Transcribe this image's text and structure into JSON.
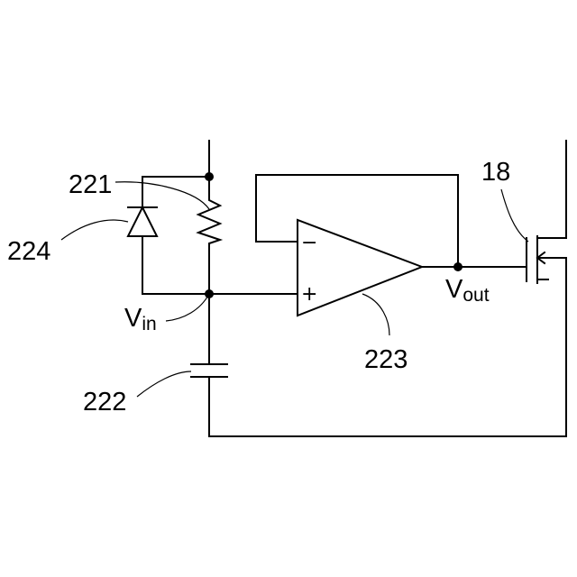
{
  "labels": {
    "resistor": "221",
    "capacitor": "222",
    "opamp": "223",
    "diode": "224",
    "transistor": "18"
  },
  "signals": {
    "vin_main": "V",
    "vin_sub": "in",
    "vout_main": "V",
    "vout_sub": "out"
  },
  "opamp": {
    "minus_sign": "−",
    "plus_sign": "+"
  }
}
